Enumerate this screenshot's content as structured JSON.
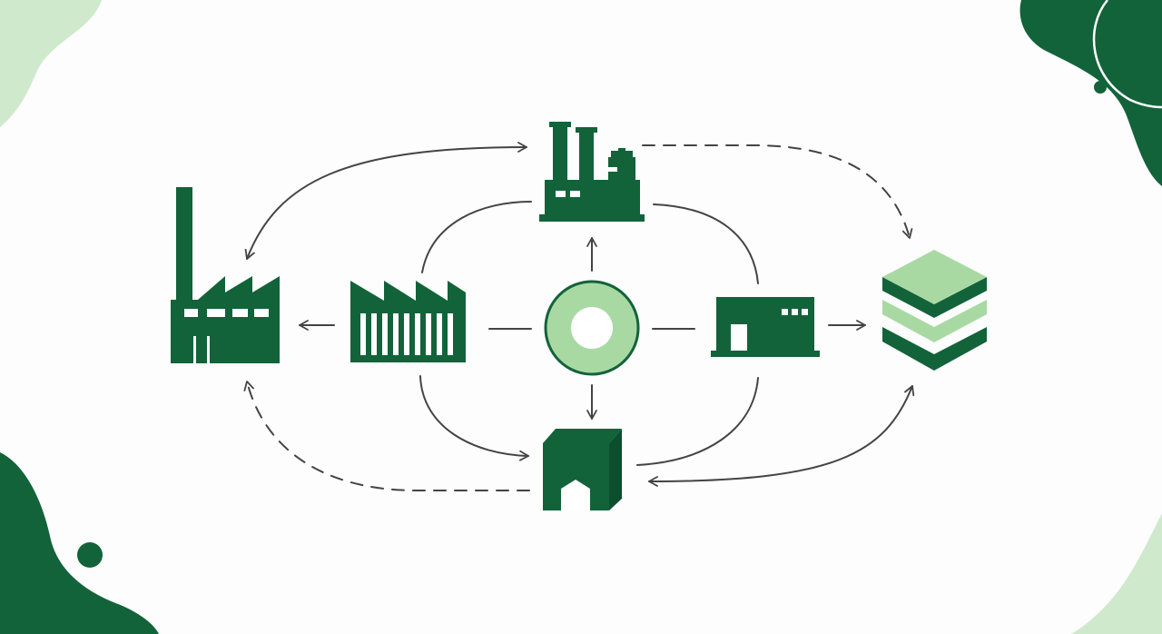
{
  "diagram": {
    "type": "industrial-symbiosis-network",
    "labels_printed": false,
    "nodes": [
      {
        "id": "central-hub",
        "icon": "ring-hub-icon"
      },
      {
        "id": "power-plant",
        "icon": "power-plant-icon"
      },
      {
        "id": "large-factory",
        "icon": "factory-chimney-icon"
      },
      {
        "id": "processing-plant",
        "icon": "sawtooth-factory-icon"
      },
      {
        "id": "facility",
        "icon": "facility-building-icon"
      },
      {
        "id": "warehouse",
        "icon": "warehouse-box-icon"
      },
      {
        "id": "material-stack",
        "icon": "layer-stack-icon"
      }
    ],
    "connections": [
      {
        "from": "central-hub",
        "to": "power-plant",
        "style": "solid",
        "arrow": "end"
      },
      {
        "from": "central-hub",
        "to": "warehouse",
        "style": "solid",
        "arrow": "end"
      },
      {
        "from": "central-hub",
        "to": "processing-plant",
        "style": "solid",
        "arrow": "none"
      },
      {
        "from": "central-hub",
        "to": "facility",
        "style": "solid",
        "arrow": "none"
      },
      {
        "from": "processing-plant",
        "to": "large-factory",
        "style": "solid",
        "arrow": "end"
      },
      {
        "from": "facility",
        "to": "material-stack",
        "style": "solid",
        "arrow": "end"
      },
      {
        "from": "large-factory",
        "to": "power-plant",
        "style": "solid",
        "arrow": "both"
      },
      {
        "from": "power-plant",
        "to": "material-stack",
        "style": "dashed",
        "arrow": "end"
      },
      {
        "from": "warehouse",
        "to": "large-factory",
        "style": "dashed",
        "arrow": "end"
      },
      {
        "from": "material-stack",
        "to": "warehouse",
        "style": "solid",
        "arrow": "both"
      },
      {
        "from": "processing-plant",
        "to": "power-plant",
        "style": "solid",
        "arrow": "none"
      },
      {
        "from": "processing-plant",
        "to": "warehouse",
        "style": "solid",
        "arrow": "end"
      },
      {
        "from": "facility",
        "to": "power-plant",
        "style": "solid",
        "arrow": "none"
      },
      {
        "from": "facility",
        "to": "warehouse",
        "style": "solid",
        "arrow": "none"
      }
    ]
  },
  "colors": {
    "primary": "#12633a",
    "light": "#a9d9a3",
    "pale": "#cfe9cc",
    "line": "#444444",
    "background": "#fcfdfc"
  }
}
